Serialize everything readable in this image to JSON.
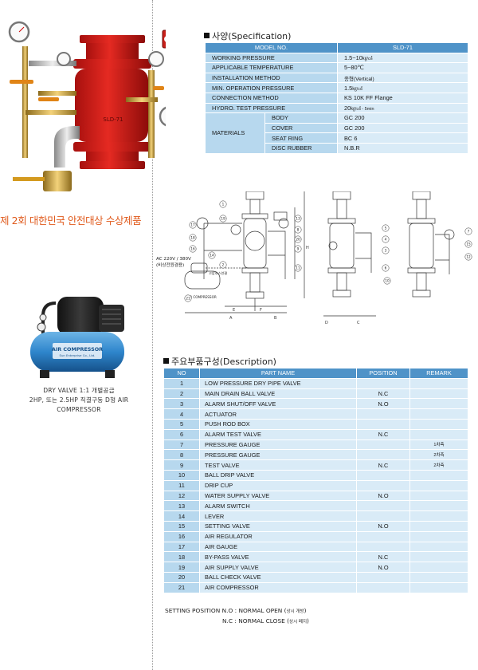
{
  "award_text": "제 2회 대한민국 안전대상 수상제품",
  "compressor": {
    "caption_line1": "DRY VALVE 1:1 개별공급",
    "caption_line2": "2HP, 또는 2.5HP 직결구동 D형 AIR",
    "caption_line3": "COMPRESSOR",
    "label_main": "AIR COMPRESSOR",
    "label_sub": "Sun Enterprise Co., Ltd."
  },
  "valve_photo": {
    "flange_text": "SLD-71"
  },
  "specification": {
    "title": "사양(Specification)",
    "header_label": "MODEL NO.",
    "header_value": "SLD-71",
    "rows": [
      {
        "label": "WORKING PRESSURE",
        "value": "1.5~10",
        "unit": "㎏/㎠"
      },
      {
        "label": "APPLICABLE TEMPERATURE",
        "value": "5~80℃",
        "unit": ""
      },
      {
        "label": "INSTALLATION METHOD",
        "value": "",
        "unit": "종형(Vertical)"
      },
      {
        "label": "MIN. OPERATION PRESSURE",
        "value": "1.5",
        "unit": "㎏/㎠"
      },
      {
        "label": "CONNECTION METHOD",
        "value": "KS 10K FF Flange",
        "unit": ""
      },
      {
        "label": "HYDRO. TEST PRESSURE",
        "value": "20",
        "unit": "㎏/㎠ - 5min"
      }
    ],
    "materials_label": "MATERIALS",
    "materials": [
      {
        "part": "BODY",
        "value": "GC 200"
      },
      {
        "part": "COVER",
        "value": "GC 200"
      },
      {
        "part": "SEAT RING",
        "value": "BC 6"
      },
      {
        "part": "DISC RUBBER",
        "value": "N.B.R"
      }
    ]
  },
  "drawing": {
    "power_label": "AC 220V / 380V",
    "power_sub": "(비상전원겸용)",
    "compressor_label": "AIR COMPRESSOR",
    "hose_label": "고압호스연결",
    "dims": {
      "a": "A",
      "b": "B",
      "c": "C",
      "d": "D",
      "e": "E",
      "f": "F",
      "h": "H"
    },
    "callouts": [
      "1",
      "2",
      "3",
      "4",
      "5",
      "6",
      "7",
      "8",
      "9",
      "10",
      "11",
      "12",
      "13",
      "14",
      "15",
      "16",
      "17",
      "18",
      "19",
      "20",
      "21"
    ]
  },
  "description": {
    "title": "주요부품구성(Description)",
    "headers": {
      "no": "NO",
      "name": "PART NAME",
      "position": "POSITION",
      "remark": "REMARK"
    },
    "rows": [
      {
        "no": "1",
        "name": "LOW PRESSURE DRY PIPE VALVE",
        "position": "",
        "remark": ""
      },
      {
        "no": "2",
        "name": "MAIN DRAIN BALL VALVE",
        "position": "N.C",
        "remark": ""
      },
      {
        "no": "3",
        "name": "ALARM SHUT/OFF VALVE",
        "position": "N.O",
        "remark": ""
      },
      {
        "no": "4",
        "name": "ACTUATOR",
        "position": "",
        "remark": ""
      },
      {
        "no": "5",
        "name": "PUSH ROD BOX",
        "position": "",
        "remark": ""
      },
      {
        "no": "6",
        "name": "ALARM TEST VALVE",
        "position": "N.C",
        "remark": ""
      },
      {
        "no": "7",
        "name": "PRESSURE GAUGE",
        "position": "",
        "remark": "1차측"
      },
      {
        "no": "8",
        "name": "PRESSURE GAUGE",
        "position": "",
        "remark": "2차측"
      },
      {
        "no": "9",
        "name": "TEST VALVE",
        "position": "N.C",
        "remark": "2차측"
      },
      {
        "no": "10",
        "name": "BALL DRIP VALVE",
        "position": "",
        "remark": ""
      },
      {
        "no": "11",
        "name": "DRIP CUP",
        "position": "",
        "remark": ""
      },
      {
        "no": "12",
        "name": "WATER SUPPLY VALVE",
        "position": "N.O",
        "remark": ""
      },
      {
        "no": "13",
        "name": "ALARM SWITCH",
        "position": "",
        "remark": ""
      },
      {
        "no": "14",
        "name": "LEVER",
        "position": "",
        "remark": ""
      },
      {
        "no": "15",
        "name": "SETTING VALVE",
        "position": "N.O",
        "remark": ""
      },
      {
        "no": "16",
        "name": "AIR REGULATOR",
        "position": "",
        "remark": ""
      },
      {
        "no": "17",
        "name": "AIR GAUGE",
        "position": "",
        "remark": ""
      },
      {
        "no": "18",
        "name": "BY-PASS VALVE",
        "position": "N.C",
        "remark": ""
      },
      {
        "no": "19",
        "name": "AIR SUPPLY VALVE",
        "position": "N.O",
        "remark": ""
      },
      {
        "no": "20",
        "name": "BALL CHECK VALVE",
        "position": "",
        "remark": ""
      },
      {
        "no": "21",
        "name": "AIR COMPRESSOR",
        "position": "",
        "remark": ""
      }
    ]
  },
  "notes": {
    "line1": "SETTING POSITION N.O : NORMAL OPEN (",
    "line1_kor": "상시 개방",
    "line2": "N.C : NORMAL CLOSE (",
    "line2_kor": "상시 폐지",
    "close": ")"
  }
}
